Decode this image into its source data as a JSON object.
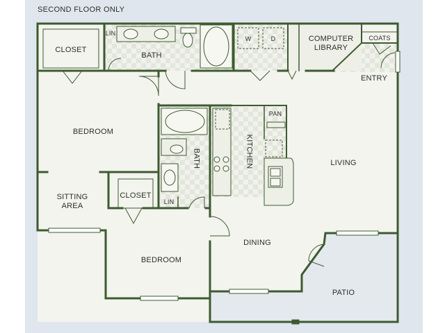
{
  "header": {
    "note": "SECOND FLOOR ONLY"
  },
  "rooms": {
    "closet_top": "CLOSET",
    "lin_top": "LIN",
    "bath_top": "BATH",
    "washer": "W",
    "dryer": "D",
    "computer_library": "COMPUTER\nLIBRARY",
    "coats": "COATS",
    "entry": "ENTRY",
    "bedroom_left": "BEDROOM",
    "bath_middle": "BATH",
    "kitchen": "KITCHEN",
    "pantry": "PAN",
    "living": "LIVING",
    "sitting_area": "SITTING\nAREA",
    "closet_middle": "CLOSET",
    "lin_middle": "LIN",
    "dining": "DINING",
    "bedroom_bottom": "BEDROOM",
    "patio": "PATIO"
  },
  "colors": {
    "wall": "#3e5a30",
    "floor_light": "#f3f4ee",
    "floor_tile": "#e7e9e0",
    "patio": "#e4e9ee",
    "background": "#dfe6ee"
  }
}
